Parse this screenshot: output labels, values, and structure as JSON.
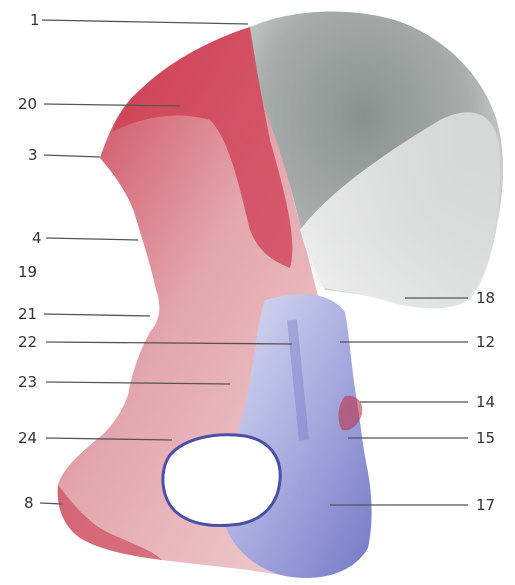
{
  "figure": {
    "labels": {
      "l1": "1",
      "l20": "20",
      "l3": "3",
      "l4": "4",
      "l19": "19",
      "l21": "21",
      "l22": "22",
      "l23": "23",
      "l24": "24",
      "l8": "8",
      "l18": "18",
      "l12": "12",
      "l14": "14",
      "l15": "15",
      "l17": "17"
    },
    "colors": {
      "ilium_grey": "#8e9593",
      "ischium_red": "#d24a5a",
      "pubis_blue": "#8a8fd6",
      "background": "#ffffff"
    }
  }
}
